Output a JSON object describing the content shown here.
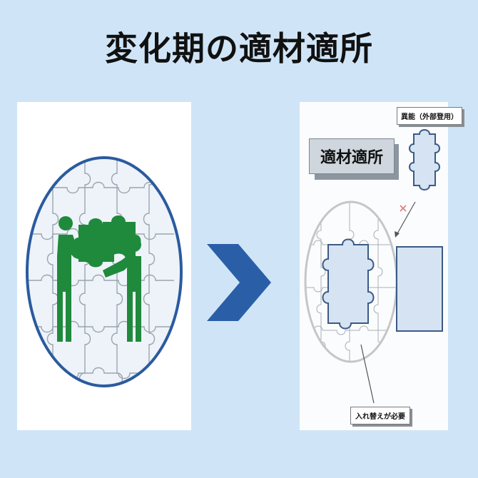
{
  "title": "変化期の適材適所",
  "right": {
    "ability_label": "異能（外部登用）",
    "placement_label": "適材適所",
    "swap_label": "入れ替えが必要"
  },
  "icons": {
    "team": "people-holding-puzzle-icon",
    "arrow": "chevron-right-icon",
    "mismatch": "x-mark-icon"
  },
  "colors": {
    "background": "#cfe5f7",
    "circle": "#2a5b9f",
    "people": "#1f8a3c",
    "arrow": "#2a5fa8",
    "mismatch": "#e07a7a"
  }
}
